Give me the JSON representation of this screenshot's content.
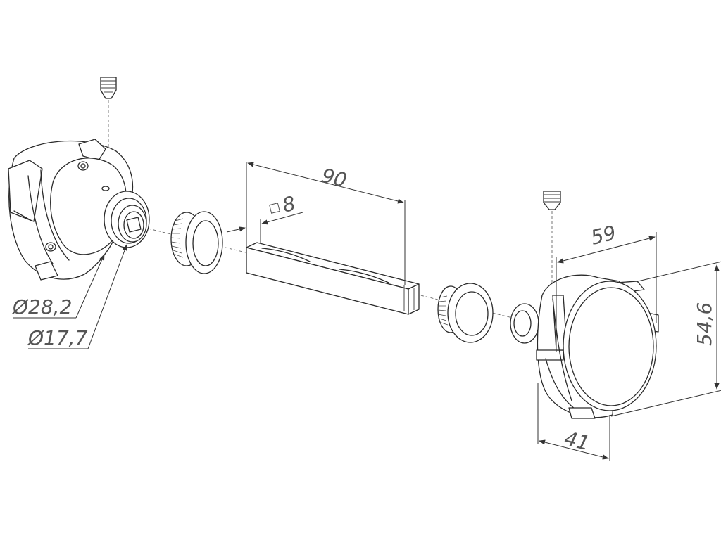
{
  "dimensions": {
    "length": "90",
    "square": "8",
    "knob_depth": "59",
    "knob_diameter": "54,6",
    "knob_width": "41",
    "rose_outer_diameter": "Ø28,2",
    "rose_inner_diameter": "Ø17,7"
  },
  "colors": {
    "line": "#2a2a2a",
    "label": "#555555",
    "background": "#ffffff"
  }
}
